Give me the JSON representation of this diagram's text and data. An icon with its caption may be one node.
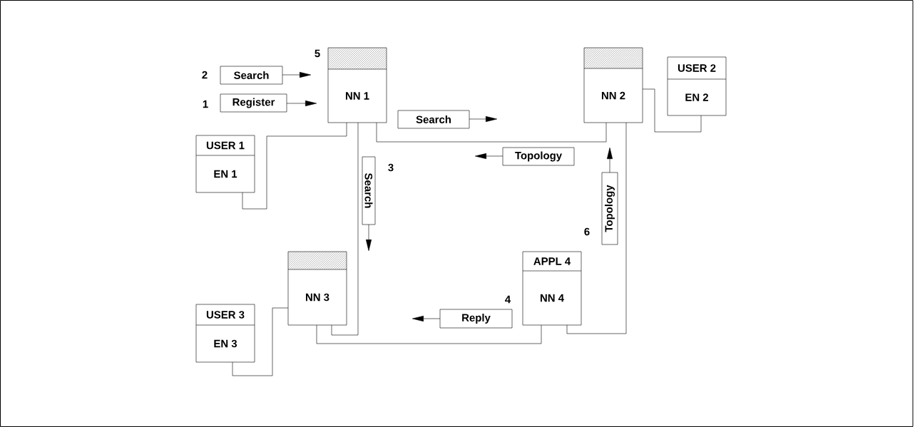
{
  "diagram": {
    "nodes": [
      {
        "text": [
          "NN 1"
        ]
      },
      {
        "text": [
          "NN 2"
        ]
      },
      {
        "text": [
          "NN 3"
        ]
      },
      {
        "text": [
          "APPL 4",
          "NN 4"
        ]
      },
      {
        "text": [
          "USER 1",
          "EN 1"
        ]
      },
      {
        "text": [
          "USER 2",
          "EN 2"
        ]
      },
      {
        "text": [
          "USER 3",
          "EN 3"
        ]
      },
      {
        "text": [
          "Search"
        ]
      },
      {
        "text": [
          "Register"
        ]
      },
      {
        "text": [
          "Search"
        ]
      },
      {
        "text": [
          "Topology"
        ]
      },
      {
        "text": [
          "Search"
        ]
      },
      {
        "text": [
          "Topology"
        ]
      },
      {
        "text": [
          "Reply"
        ]
      }
    ],
    "edges": [
      {
        "from": 0,
        "to": 4,
        "arrow": "none"
      },
      {
        "from": 0,
        "to": 1,
        "arrow": "none"
      },
      {
        "from": 0,
        "to": 2,
        "arrow": "none"
      },
      {
        "from": 1,
        "to": 5,
        "arrow": "none"
      },
      {
        "from": 1,
        "to": 3,
        "arrow": "none"
      },
      {
        "from": 2,
        "to": 3,
        "arrow": "none"
      },
      {
        "from": 2,
        "to": 6,
        "arrow": "none"
      },
      {
        "from": 7,
        "to": null,
        "arrow": "to"
      },
      {
        "from": 8,
        "to": null,
        "arrow": "to"
      },
      {
        "from": 9,
        "to": null,
        "arrow": "to"
      },
      {
        "from": 10,
        "to": null,
        "arrow": "to"
      },
      {
        "from": 11,
        "to": null,
        "arrow": "to"
      },
      {
        "from": 12,
        "to": null,
        "arrow": "to"
      },
      {
        "from": 13,
        "to": null,
        "arrow": "to"
      }
    ],
    "labels": [
      "5",
      "2",
      "1",
      "3",
      "6",
      "4"
    ]
  }
}
